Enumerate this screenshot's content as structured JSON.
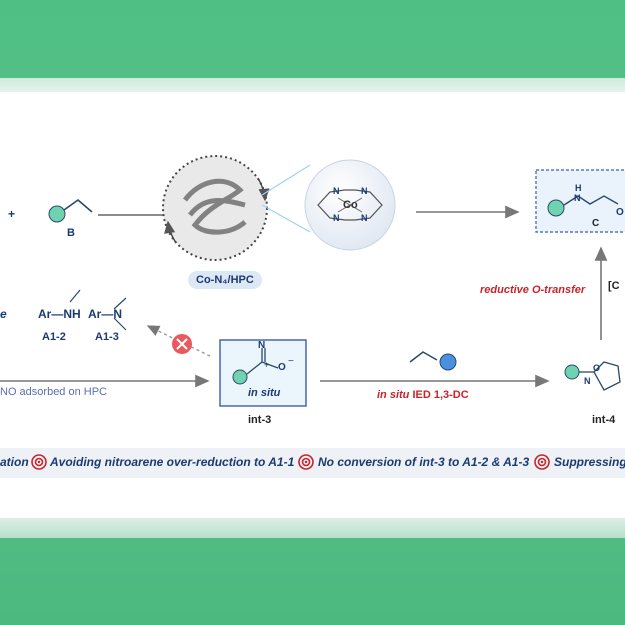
{
  "labels": {
    "plus": "+",
    "b": "B",
    "catalyst": "Co-N₄/HPC",
    "cobalt": "Co",
    "nitrogen": "N",
    "ar_nh": "Ar—NH",
    "ar_n": "Ar—N",
    "a1_2": "A1-2",
    "a1_3": "A1-3",
    "e_fragment": "e",
    "adsorbed": "NO adsorbed on HPC",
    "in_situ": "in situ",
    "int3": "int-3",
    "ied_prefix": "in situ",
    "ied_rest": " IED 1,3-DC",
    "int4": "int-4",
    "o_atom": "O",
    "n_plus": "+",
    "o_minus": "−",
    "reductive": "reductive O-transfer",
    "bracket_c": "[C",
    "product_h": "H",
    "product_n": "N",
    "product_c": "C",
    "product_o": "O"
  },
  "footer": {
    "item0": "ation",
    "item1": "Avoiding nitroarene over-reduction to A1-1",
    "item2": "No conversion of int-3 to  A1-2 & A1-3",
    "item3": "Suppressing"
  },
  "colors": {
    "teal_ball": "#6fd3b2",
    "blue_ball": "#4a8fe0",
    "accent_red": "#c8242b",
    "navy": "#1c3a72"
  }
}
